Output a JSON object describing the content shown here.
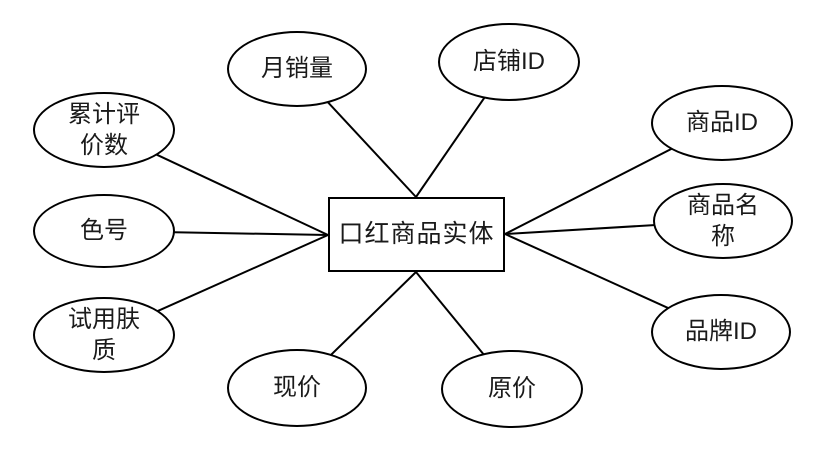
{
  "diagram": {
    "title": "lipstick-product-entity-attribute-diagram",
    "entity": {
      "label": "口红商品实体"
    },
    "attributes": [
      {
        "id": "monthly-sales",
        "label": "月销量"
      },
      {
        "id": "shop-id",
        "label": "店铺ID"
      },
      {
        "id": "cumulative-review-count",
        "label": "累计评\n价数"
      },
      {
        "id": "color-number",
        "label": "色号"
      },
      {
        "id": "trial-skin-type",
        "label": "试用肤\n质"
      },
      {
        "id": "product-id",
        "label": "商品ID"
      },
      {
        "id": "product-name",
        "label": "商品名\n称"
      },
      {
        "id": "brand-id",
        "label": "品牌ID"
      },
      {
        "id": "current-price",
        "label": "现价"
      },
      {
        "id": "original-price",
        "label": "原价"
      }
    ],
    "colors": {
      "stroke": "#000000",
      "shape_fill": "#ffffff",
      "background": "#ffffff"
    }
  }
}
